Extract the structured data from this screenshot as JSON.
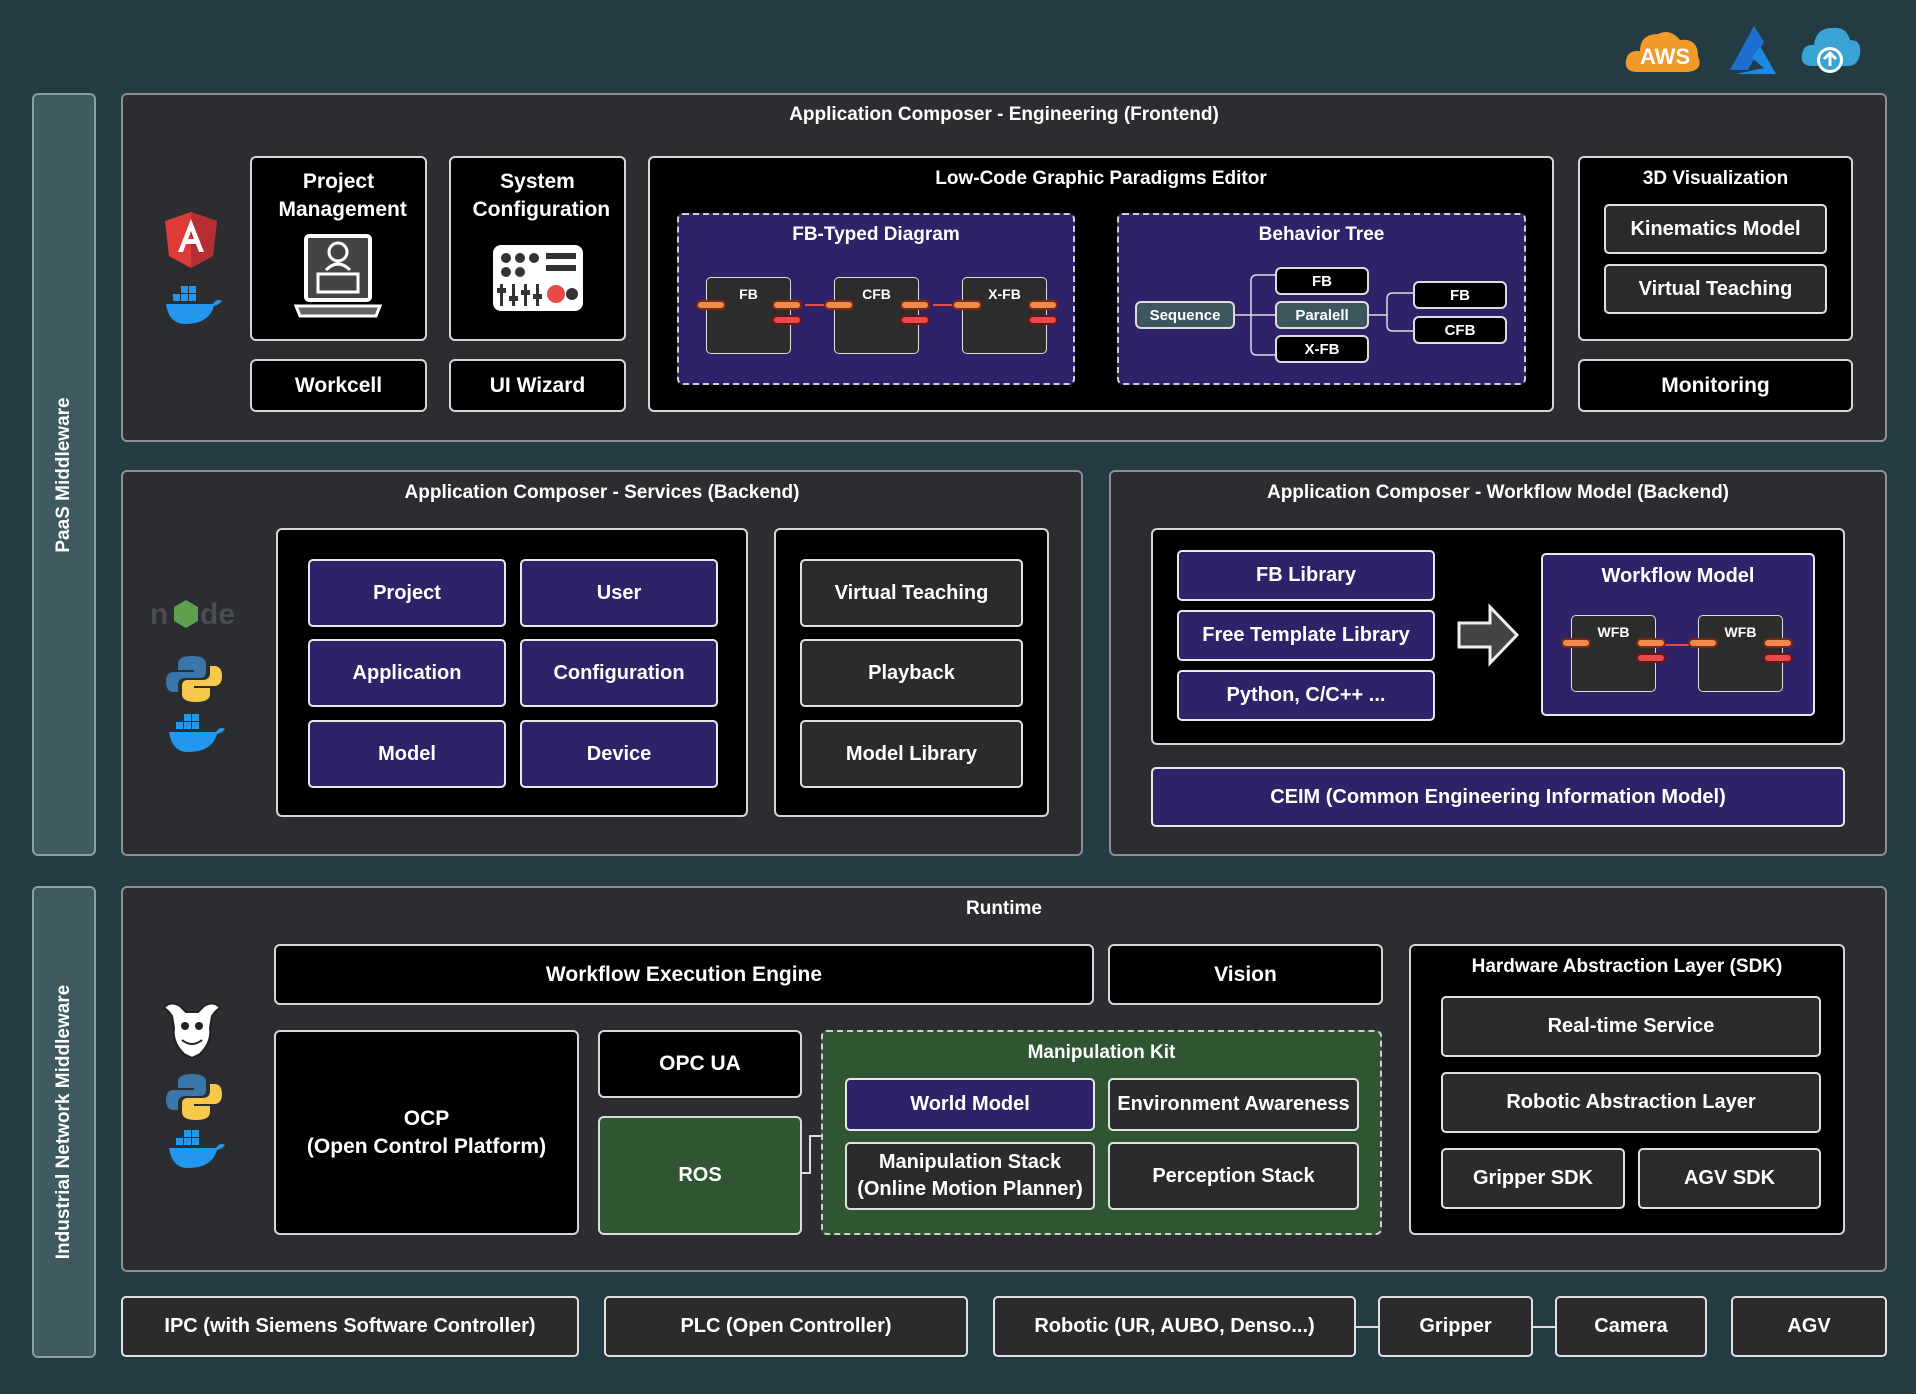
{
  "side": {
    "paas": "PaaS Middleware",
    "industrial": "Industrial Network Middleware"
  },
  "cloud": {
    "aws": "AWS"
  },
  "frontend": {
    "title": "Application Composer - Engineering (Frontend)",
    "project_mgmt": "Project Management",
    "system_config": "System Configuration",
    "workcell": "Workcell",
    "ui_wizard": "UI Wizard",
    "editor_title": "Low-Code Graphic Paradigms Editor",
    "fb_diagram": {
      "title": "FB-Typed Diagram",
      "blocks": [
        "FB",
        "CFB",
        "X-FB"
      ]
    },
    "behavior_tree": {
      "title": "Behavior Tree",
      "sequence": "Sequence",
      "mid": [
        "FB",
        "Paralell",
        "X-FB"
      ],
      "right": [
        "FB",
        "CFB"
      ]
    },
    "viz_title": "3D Visualization",
    "kinematics": "Kinematics Model",
    "virtual_teaching": "Virtual Teaching",
    "monitoring": "Monitoring"
  },
  "services": {
    "title": "Application Composer - Services (Backend)",
    "items": [
      "Project",
      "User",
      "Application",
      "Configuration",
      "Model",
      "Device"
    ],
    "right_items": [
      "Virtual Teaching",
      "Playback",
      "Model Library"
    ],
    "node_label": "node"
  },
  "workflow": {
    "title": "Application Composer - Workflow Model (Backend)",
    "libs": [
      "FB Library",
      "Free Template Library",
      "Python, C/C++ ..."
    ],
    "model_title": "Workflow Model",
    "wfb": [
      "WFB",
      "WFB"
    ],
    "ceim": "CEIM (Common Engineering Information Model)"
  },
  "runtime": {
    "title": "Runtime",
    "engine": "Workflow Execution Engine",
    "vision": "Vision",
    "ocp": "OCP\n(Open Control Platform)",
    "opcua": "OPC UA",
    "ros": "ROS",
    "kit_title": "Manipulation Kit",
    "world_model": "World Model",
    "env_awareness": "Environment Awareness",
    "manip_stack": "Manipulation Stack\n(Online Motion Planner)",
    "perception": "Perception Stack",
    "hal_title": "Hardware Abstraction Layer (SDK)",
    "realtime": "Real-time Service",
    "ral": "Robotic Abstraction Layer",
    "gripper_sdk": "Gripper SDK",
    "agv_sdk": "AGV SDK"
  },
  "hardware": [
    "IPC (with Siemens Software Controller)",
    "PLC (Open Controller)",
    "Robotic (UR, AUBO, Denso...)",
    "Gripper",
    "Camera",
    "AGV"
  ],
  "colors": {
    "background": "#243b44",
    "panel": "#2c2d30",
    "purple": "#2f2268",
    "green": "#2f5532",
    "orange": "#f08a4b",
    "red": "#e84a4a"
  }
}
